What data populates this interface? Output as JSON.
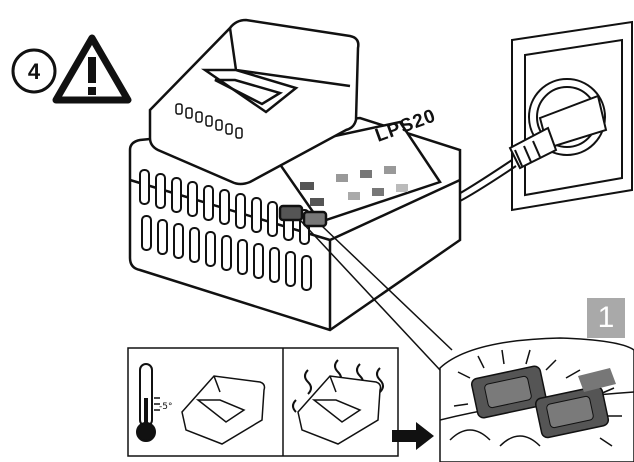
{
  "step": {
    "number": "4"
  },
  "charger": {
    "brand": "LPS20"
  },
  "figure": {
    "number": "1"
  },
  "cold_panel": {
    "temperature": "-5°"
  },
  "colors": {
    "ink": "#111111",
    "badge_bg": "#a9a9a9",
    "button_dark": "#555555",
    "button_light": "#7a7a7a"
  },
  "icons": [
    "warning-icon",
    "thermometer-icon",
    "heat-waves-icon",
    "arrow-right-icon",
    "power-plug-icon"
  ]
}
